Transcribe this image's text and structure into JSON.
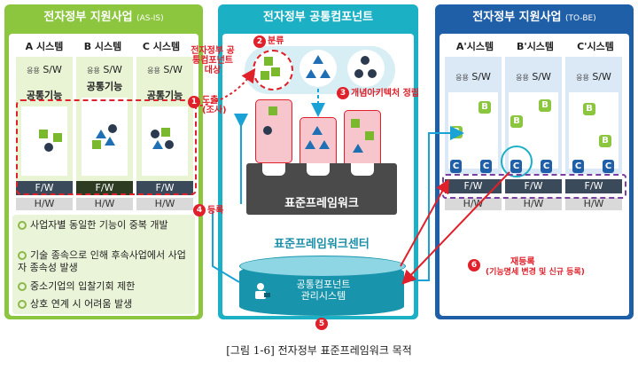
{
  "left": {
    "title": "전자정부 지원사업",
    "title_sub": "(AS-IS)",
    "systems": [
      "A 시스템",
      "B 시스템",
      "C 시스템"
    ],
    "sw_prefix": "응용",
    "sw_label": "S/W",
    "common_label": "공통기능",
    "fw_label": "F/W",
    "hw_label": "H/W",
    "bullets": [
      "사업자별 동일한 기능이 중복 개발",
      "기술 종속으로 인해 후속사업에서 사업자 종속성 발생",
      "중소기업의 입찰기회 제한",
      "상호 연계 시 어려움 발생"
    ]
  },
  "middle": {
    "title": "전자정부 공통컴포넌트",
    "framework_label": "표준프레임워크",
    "center_label": "표준프레임워크센터",
    "mgmt_line1": "공통컴포넌트",
    "mgmt_line2": "관리시스템"
  },
  "right": {
    "title": "전자정부 지원사업",
    "title_sub": "(TO-BE)",
    "systems": [
      "A'시스템",
      "B'시스템",
      "C'시스템"
    ],
    "sw_prefix": "응용",
    "sw_label": "S/W",
    "b_label": "B",
    "c_label": "C",
    "fw_label": "F/W",
    "hw_label": "H/W"
  },
  "annotations": {
    "n1": "1",
    "n1_text": "도출 (조사)",
    "n2": "2",
    "n2_text": "분류",
    "n3": "3",
    "n3_text": "개념아키텍처 정립",
    "n4": "4",
    "n4_text": "등록",
    "n5": "5",
    "n6": "6",
    "n6_title": "재등록",
    "n6_text": "(기능명세 변경 및 신규 등록)",
    "common_target": "전자정부 공통컴포넌트 대상"
  },
  "caption": "[그림 1-6] 전자정부 표준프레임워크 목적",
  "colors": {
    "green": "#8cc63f",
    "teal": "#1bb0c4",
    "blue": "#1f5fa8",
    "red": "#e0202a"
  }
}
